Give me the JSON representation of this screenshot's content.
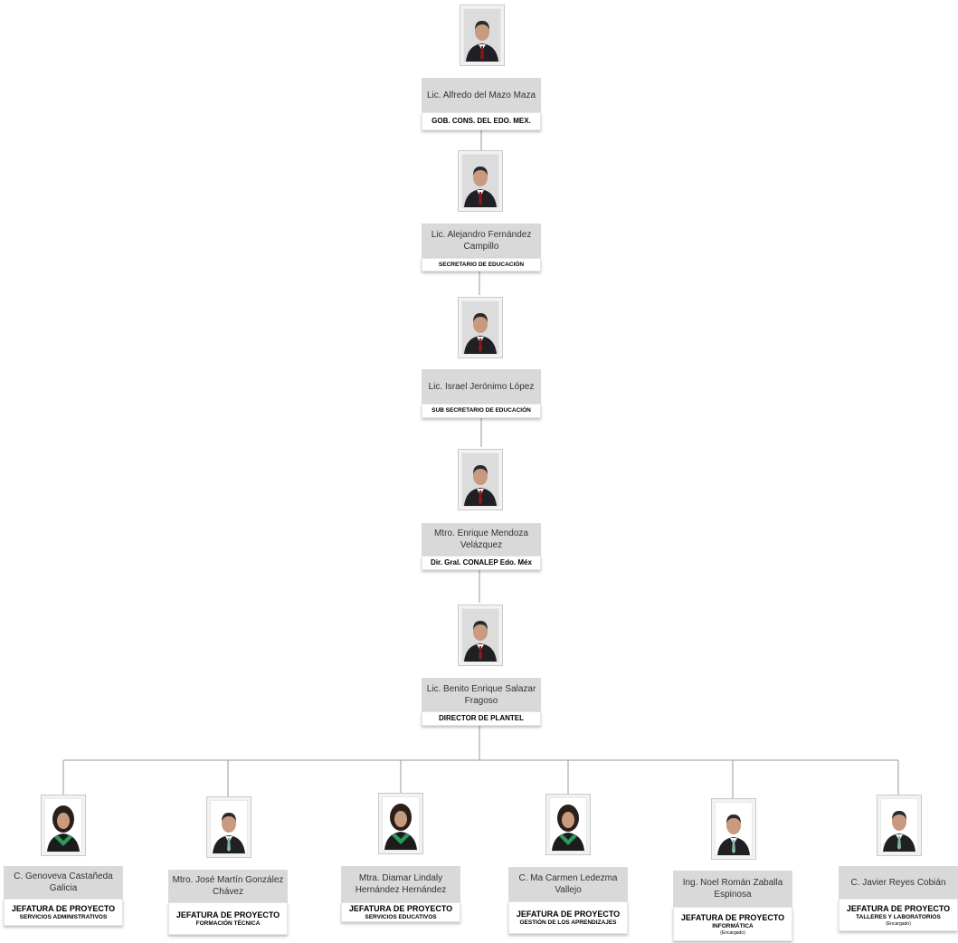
{
  "chain": [
    {
      "name": "Lic. Alfredo del Mazo Maza",
      "position": "GOB. CONS. DEL EDO. MEX."
    },
    {
      "name": "Lic. Alejandro Fernández Campillo",
      "position": "SECRETARIO DE EDUCACIÓN"
    },
    {
      "name": "Lic. Israel Jerónimo López",
      "position": "SUB SECRETARIO DE EDUCACIÓN"
    },
    {
      "name": "Mtro. Enrique Mendoza Velázquez",
      "position": "Dir. Gral. CONALEP Edo. Méx"
    },
    {
      "name": "Lic. Benito Enrique Salazar Fragoso",
      "position": "DIRECTOR DE PLANTEL"
    }
  ],
  "staff": [
    {
      "name": "C. Genoveva Castañeda Galicia",
      "title": "JEFATURA DE PROYECTO",
      "area": "SERVICIOS ADMINISTRATIVOS",
      "note": ""
    },
    {
      "name": "Mtro. José Martín González Chávez",
      "title": "JEFATURA DE PROYECTO",
      "area": "FORMACIÓN TÉCNICA",
      "note": ""
    },
    {
      "name": "Mtra. Diamar Lindaly Hernández Hernández",
      "title": "JEFATURA DE PROYECTO",
      "area": "SERVICIOS EDUCATIVOS",
      "note": ""
    },
    {
      "name": "C. Ma Carmen Ledezma Vallejo",
      "title": "JEFATURA DE PROYECTO",
      "area": "GESTIÓN DE LOS APRENDIZAJES",
      "note": ""
    },
    {
      "name": "Ing. Noel Román Zaballa Espinosa",
      "title": "JEFATURA DE PROYECTO",
      "area": "INFORMÁTICA",
      "note": "(Encargado)"
    },
    {
      "name": "C. Javier Reyes Cobián",
      "title": "JEFATURA DE PROYECTO",
      "area": "TALLERES Y LABORATORIOS",
      "note": "(Encargado)"
    }
  ],
  "colors": {
    "name_bg": "#d9d9d9",
    "line": "#9a9a9a",
    "green_sash": "#2e9a5a"
  }
}
